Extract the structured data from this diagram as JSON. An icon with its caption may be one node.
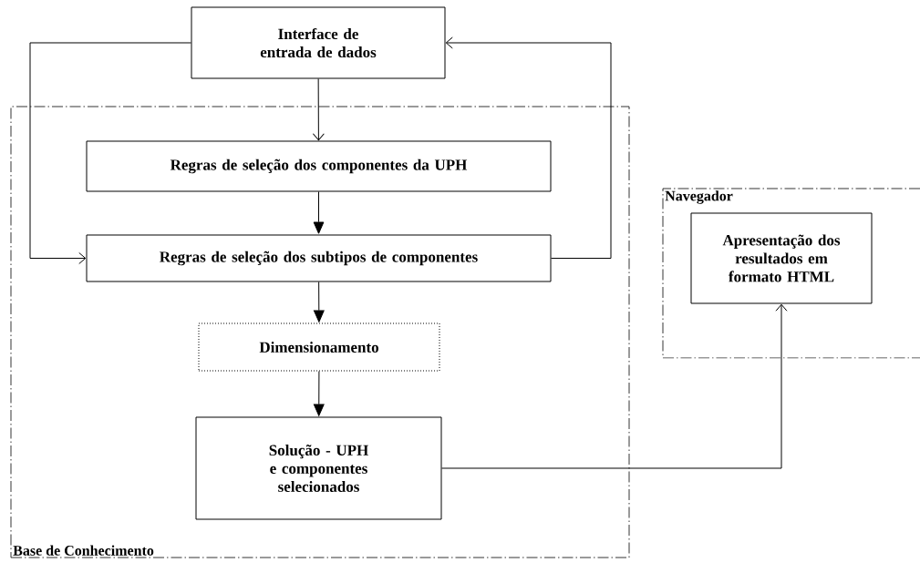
{
  "diagram": {
    "nodes": [
      {
        "text": [
          "Base de Conhecimento"
        ]
      },
      {
        "text": [
          "Interface de entrada de dados"
        ]
      },
      {
        "text": [
          "Regras de seleção dos componentes da UPH"
        ],
        "in": 0
      },
      {
        "text": [
          "Regras de seleção dos subtipos de componentes"
        ],
        "in": 0
      },
      {
        "text": [
          "Dimensionamento"
        ],
        "in": 0
      },
      {
        "text": [
          "Solução - UPH e componentes selecionados"
        ],
        "in": 0
      },
      {
        "text": [
          "Navegador"
        ]
      },
      {
        "text": [
          "Apresentação dos resultados em formato HTML"
        ],
        "in": 6
      }
    ],
    "edges": [
      {
        "from": 1,
        "to": 2,
        "arrow": "to"
      },
      {
        "from": 2,
        "to": 3,
        "arrow": "to"
      },
      {
        "from": 1,
        "to": 3,
        "arrow": "to"
      },
      {
        "from": 3,
        "to": 1,
        "arrow": "to"
      },
      {
        "from": 3,
        "to": 4,
        "arrow": "to"
      },
      {
        "from": 4,
        "to": 5,
        "arrow": "to"
      },
      {
        "from": 5,
        "to": 7,
        "arrow": "to"
      }
    ]
  }
}
